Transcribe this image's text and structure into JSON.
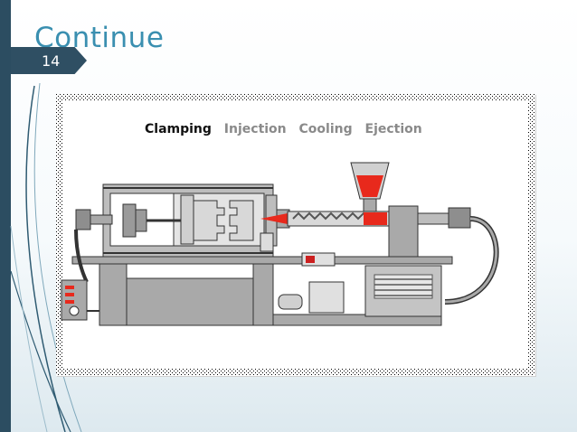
{
  "slide": {
    "title": "Continue",
    "page_number": "14"
  },
  "figure": {
    "stage_labels": [
      "Clamping",
      "Injection",
      "Cooling",
      "Ejection"
    ],
    "active_stage": "Clamping"
  },
  "colors": {
    "accent": "#3a8fb0",
    "sidebar": "#2c4d61",
    "machine_gray": "#a9a9a9",
    "molten_plastic": "#e8291c"
  }
}
